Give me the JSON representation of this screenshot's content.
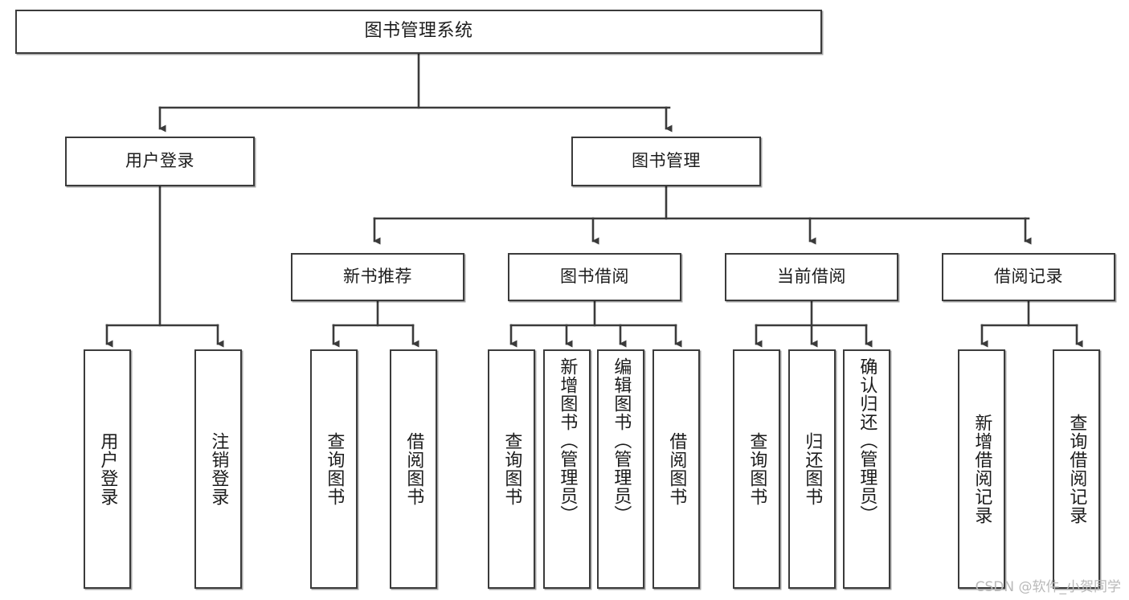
{
  "diagram": {
    "title": "图书管理系统",
    "watermark": "CSDN @软件_小贺同学",
    "line_color": "#3b3b3b",
    "background_color": "#ffffff",
    "text_color": "#1c1c1c",
    "levels": {
      "root": "图书管理系统",
      "level2": [
        "用户登录",
        "图书管理"
      ],
      "level3": [
        "新书推荐",
        "图书借阅",
        "当前借阅",
        "借阅记录"
      ]
    },
    "nodes": {
      "root": {
        "label": "图书管理系统"
      },
      "user_login": {
        "label": "用户登录"
      },
      "book_manage": {
        "label": "图书管理"
      },
      "new_book_rec": {
        "label": "新书推荐"
      },
      "book_borrow": {
        "label": "图书借阅"
      },
      "current_borrow": {
        "label": "当前借阅"
      },
      "borrow_record": {
        "label": "借阅记录"
      },
      "leaf_user_login": {
        "label": "用户登录"
      },
      "leaf_logout": {
        "label": "注销登录"
      },
      "leaf_query_book_1": {
        "label": "查询图书"
      },
      "leaf_borrow_book_1": {
        "label": "借阅图书"
      },
      "leaf_query_book_2": {
        "label": "查询图书"
      },
      "leaf_add_book": {
        "label": "新增图书（管理员）"
      },
      "leaf_edit_book": {
        "label": "编辑图书（管理员）"
      },
      "leaf_borrow_book_2": {
        "label": "借阅图书"
      },
      "leaf_query_book_3": {
        "label": "查询图书"
      },
      "leaf_return_book": {
        "label": "归还图书"
      },
      "leaf_confirm_return": {
        "label": "确认归还（管理员）"
      },
      "leaf_add_record": {
        "label": "新增借阅记录"
      },
      "leaf_query_record": {
        "label": "查询借阅记录"
      }
    },
    "edges": [
      {
        "from": "root",
        "to": "user_login"
      },
      {
        "from": "root",
        "to": "book_manage"
      },
      {
        "from": "user_login",
        "to": "leaf_user_login"
      },
      {
        "from": "user_login",
        "to": "leaf_logout"
      },
      {
        "from": "book_manage",
        "to": "new_book_rec"
      },
      {
        "from": "book_manage",
        "to": "book_borrow"
      },
      {
        "from": "book_manage",
        "to": "current_borrow"
      },
      {
        "from": "book_manage",
        "to": "borrow_record"
      },
      {
        "from": "new_book_rec",
        "to": "leaf_query_book_1"
      },
      {
        "from": "new_book_rec",
        "to": "leaf_borrow_book_1"
      },
      {
        "from": "book_borrow",
        "to": "leaf_query_book_2"
      },
      {
        "from": "book_borrow",
        "to": "leaf_add_book"
      },
      {
        "from": "book_borrow",
        "to": "leaf_edit_book"
      },
      {
        "from": "book_borrow",
        "to": "leaf_borrow_book_2"
      },
      {
        "from": "current_borrow",
        "to": "leaf_query_book_3"
      },
      {
        "from": "current_borrow",
        "to": "leaf_return_book"
      },
      {
        "from": "current_borrow",
        "to": "leaf_confirm_return"
      },
      {
        "from": "borrow_record",
        "to": "leaf_add_record"
      },
      {
        "from": "borrow_record",
        "to": "leaf_query_record"
      }
    ]
  }
}
